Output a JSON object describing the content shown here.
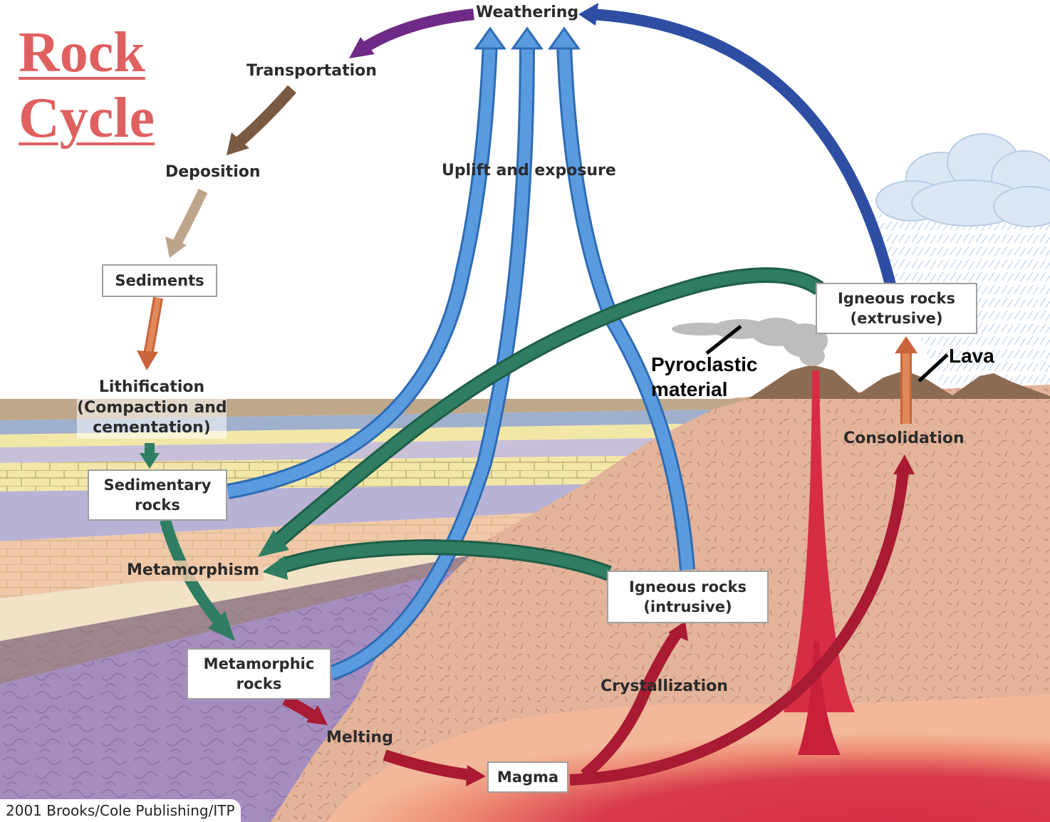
{
  "title": {
    "line1": "Rock",
    "line2": "Cycle"
  },
  "processes": {
    "weathering": "Weathering",
    "transportation": "Transportation",
    "deposition": "Deposition",
    "lithification_l1": "Lithification",
    "lithification_l2": "(Compaction and",
    "lithification_l3": "cementation)",
    "uplift": "Uplift and exposure",
    "metamorphism": "Metamorphism",
    "melting": "Melting",
    "crystallization": "Crystallization",
    "consolidation": "Consolidation"
  },
  "boxes": {
    "sediments": "Sediments",
    "sedimentary_l1": "Sedimentary",
    "sedimentary_l2": "rocks",
    "metamorphic_l1": "Metamorphic",
    "metamorphic_l2": "rocks",
    "intrusive_l1": "Igneous rocks",
    "intrusive_l2": "(intrusive)",
    "extrusive_l1": "Igneous rocks",
    "extrusive_l2": "(extrusive)",
    "magma": "Magma"
  },
  "callouts": {
    "pyroclastic_l1": "Pyroclastic",
    "pyroclastic_l2": "material",
    "lava": "Lava"
  },
  "credit": "2001 Brooks/Cole Publishing/ITP",
  "colors": {
    "title": "#e06060",
    "uplift_arrow": "#5a9be0",
    "metamorphism_arrow": "#2f7d62",
    "weathering_arrow": "#2d4ea3",
    "transport_arrow": "#6e2a86",
    "deposition_arrow": "#7a5a42",
    "magma_arrow": "#b8213a",
    "magma": "#d62d45",
    "crust": "#e3b39a"
  }
}
